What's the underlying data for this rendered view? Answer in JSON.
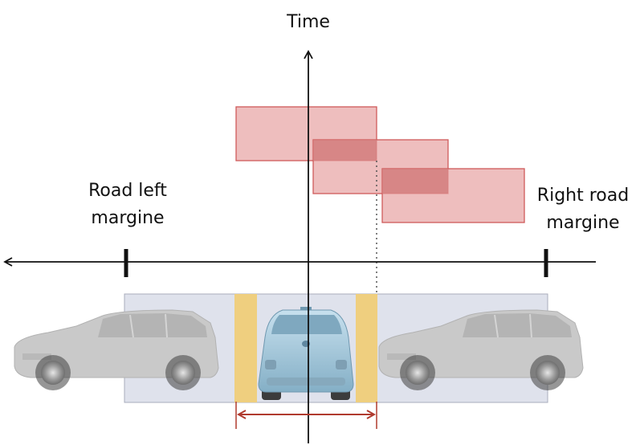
{
  "axis": {
    "vertical_label": "Time"
  },
  "margins": {
    "left": {
      "line1": "Road left",
      "line2": "margine"
    },
    "right": {
      "line1": "Right road",
      "line2": "margine"
    }
  },
  "colors": {
    "axis": "#111111",
    "road_band": "#dfe2ec",
    "road_band_stroke": "#a9adbc",
    "safety_strip": "#efcf7f",
    "occupancy_fill": "#e8a8a8",
    "occupancy_stroke": "#cf5a5a",
    "occupancy_overlap": "#d27c7c",
    "width_arrow": "#b03a2e",
    "ego_car": "#9fc6dc",
    "parked_car": "#c9c9c9"
  },
  "icons": {
    "left_car": "side-view-car-icon",
    "ego_car": "rear-view-car-icon",
    "right_car": "side-view-car-icon"
  }
}
